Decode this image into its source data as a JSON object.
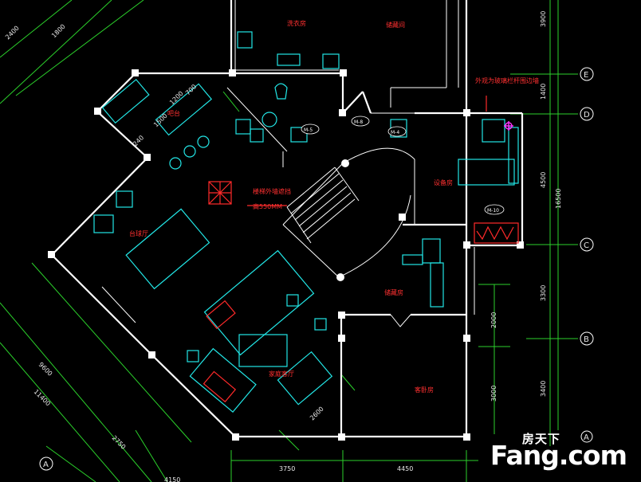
{
  "rooms": {
    "top_room_a": "洗衣房",
    "top_room_b": "储藏间",
    "bar_label": "吧台",
    "stair_note_1": "楼梯外墙遮挡",
    "stair_note_2": "高550MM",
    "corner_note": "外观为玻璃栏杆围边墙",
    "equipment_room": "设备房",
    "billiard_room": "台球厅",
    "utility_room": "储藏房",
    "family_lounge": "家庭客厅",
    "guest_room": "客卧房"
  },
  "door_tags": [
    "M-5",
    "M-8",
    "M-4",
    "M-10"
  ],
  "dimensions": {
    "top_left_a": "2400",
    "top_left_b": "1800",
    "bar_a": "700",
    "bar_b": "1200",
    "bar_c": "1500",
    "bar_d": "240",
    "left_mid": "9600",
    "left_low": "11400",
    "bottom_left": "2750",
    "bottom_a": "3750",
    "bottom_b": "4450",
    "bottom_c": "4150",
    "right_top": "3900",
    "right_b": "1400",
    "right_c": "4500",
    "right_total": "16500",
    "right_d": "3300",
    "right_e": "2000",
    "right_f": "3000",
    "right_g": "3400",
    "sofa_dim": "2600"
  },
  "axes": [
    "E",
    "D",
    "C",
    "B",
    "A",
    "A"
  ],
  "watermark": {
    "cn": "房天下",
    "en": "Fang.com"
  },
  "colors": {
    "background": "#000000",
    "walls": "#ffffff",
    "furniture": "#22e6e6",
    "annotations": "#ff3030",
    "dimension_lines": "#2bd12b"
  }
}
